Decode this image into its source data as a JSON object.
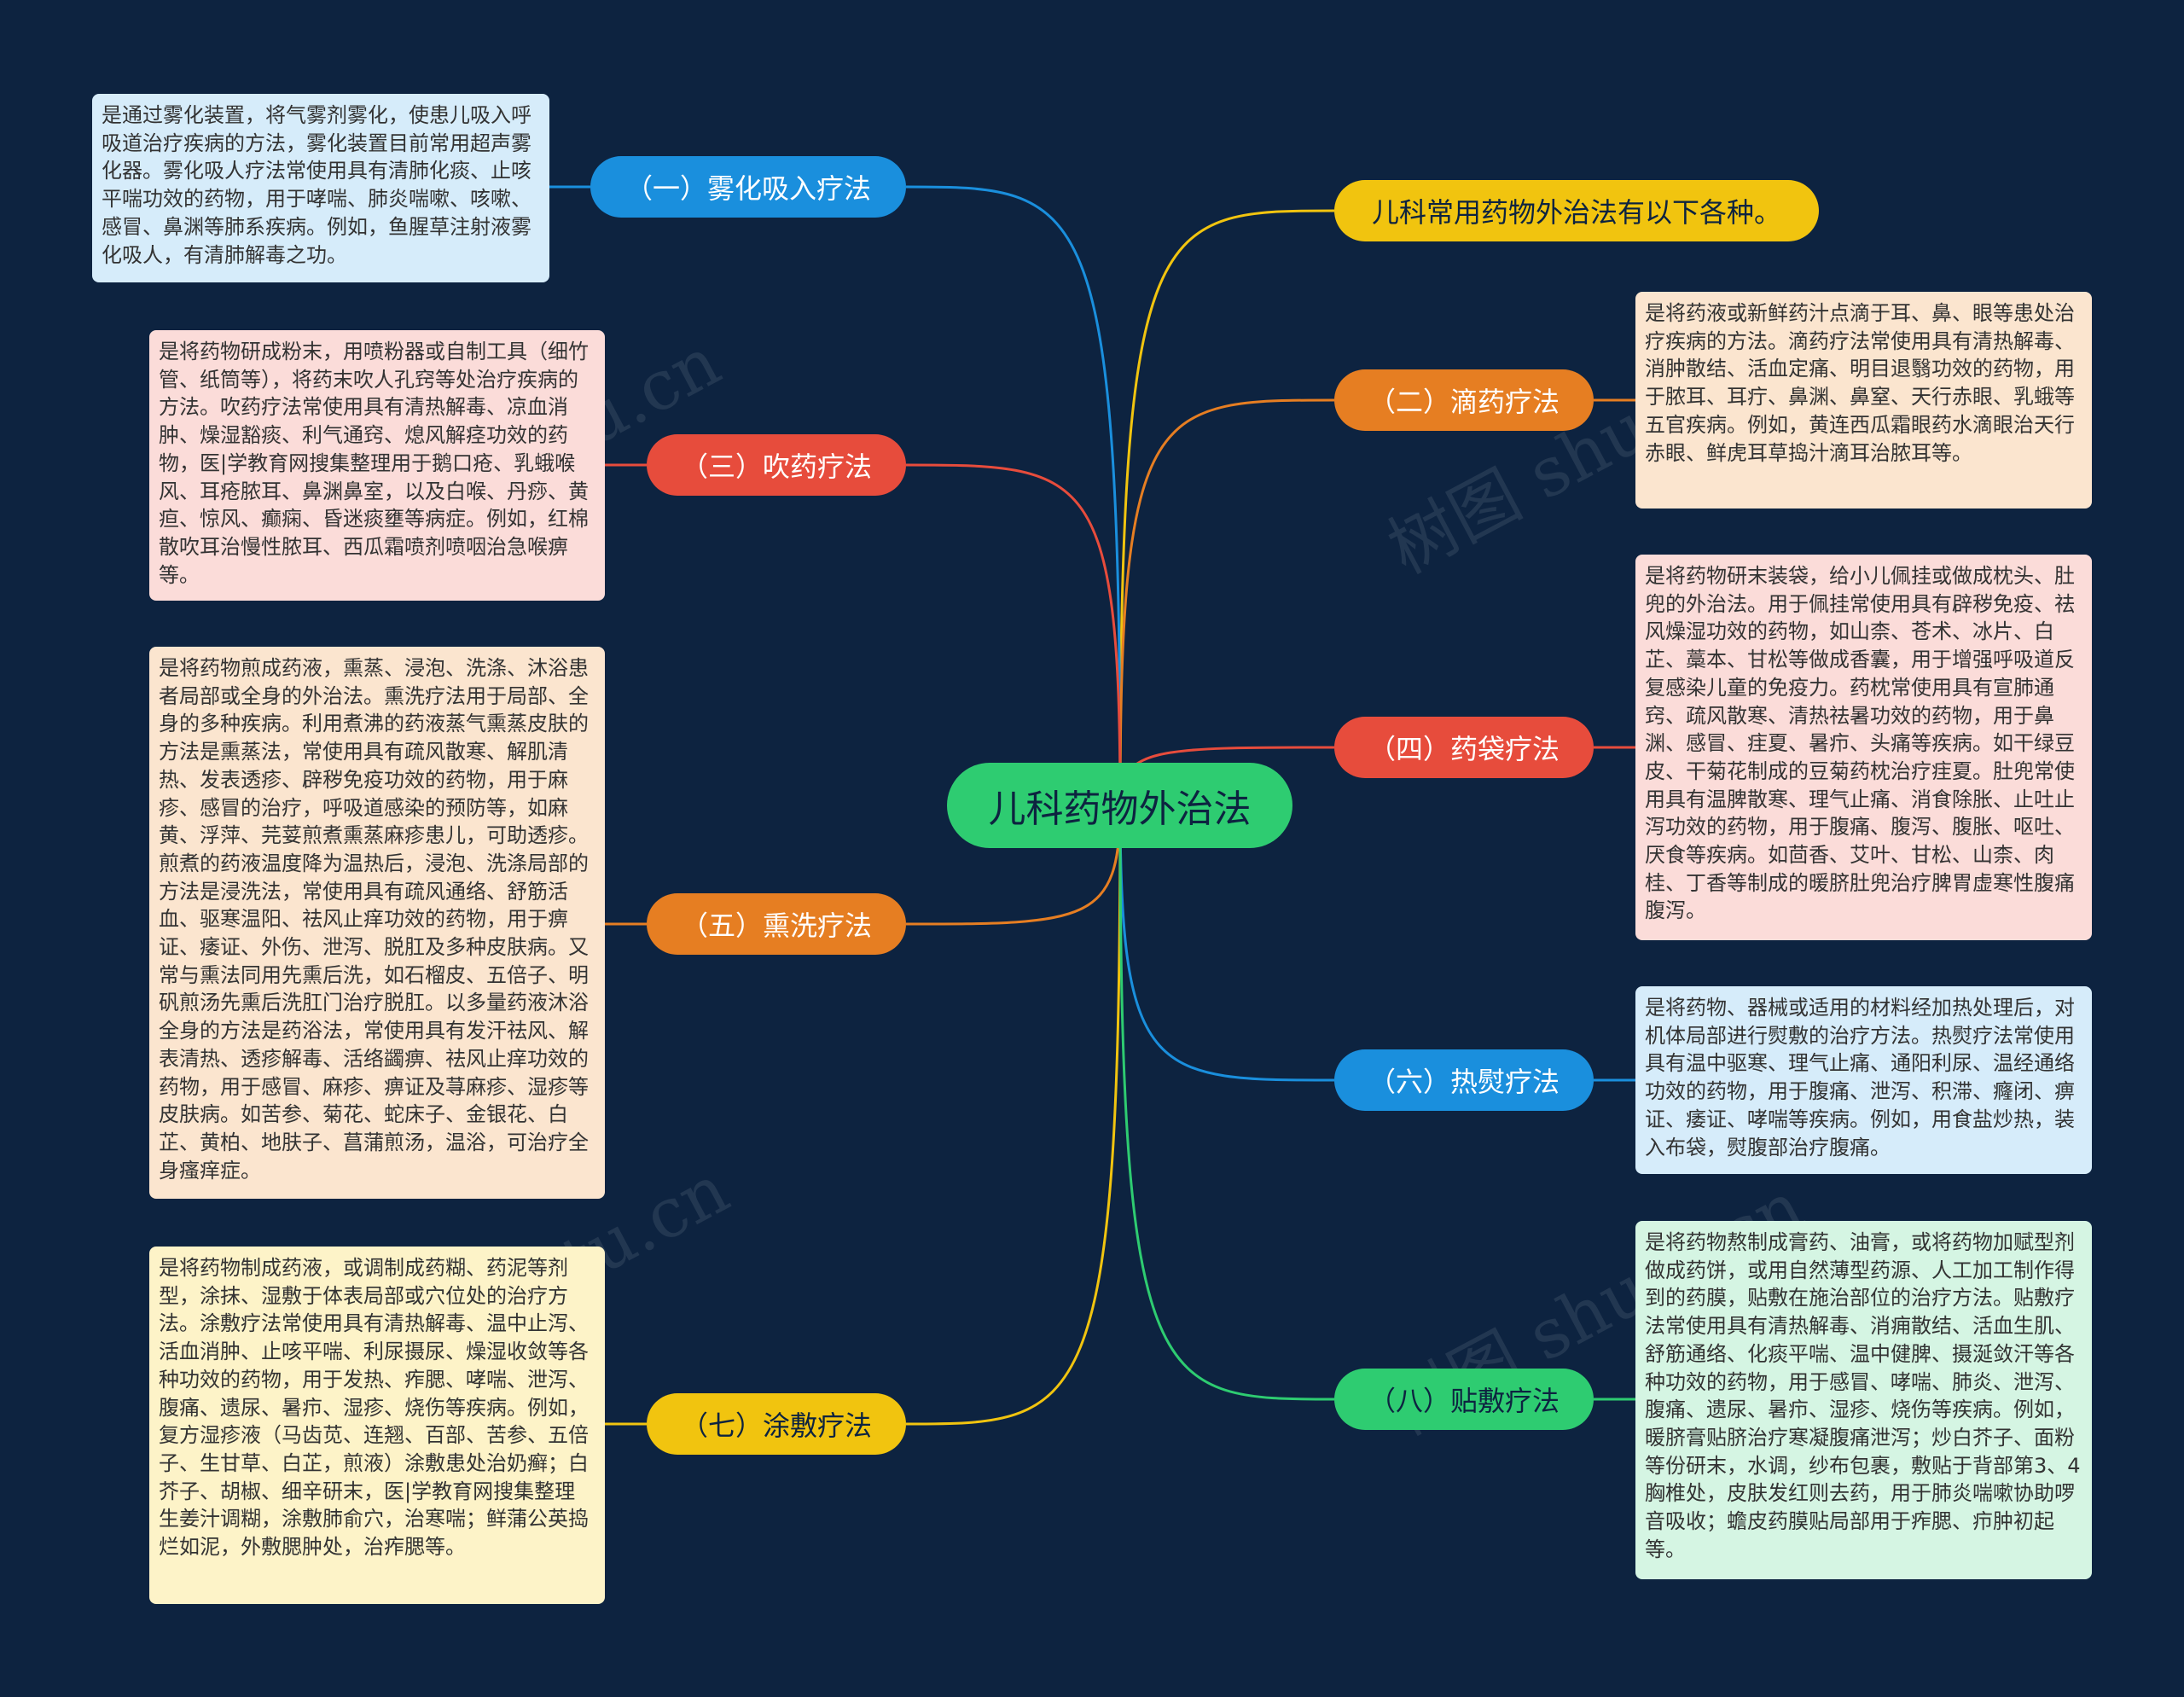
{
  "root": {
    "label": "儿科药物外治法",
    "color": "#2ecc71"
  },
  "branches": [
    {
      "id": "intro",
      "label": "儿科常用药物外治法有以下各种。",
      "color": "#f1c40f",
      "text_color": "#0d2340",
      "note": null
    },
    {
      "id": "wuhua",
      "label": "（一）雾化吸入疗法",
      "color": "#1a8fdd",
      "text_color": "#ffffff",
      "note": "是通过雾化装置，将气雾剂雾化，使患儿吸入呼吸道治疗疾病的方法，雾化装置目前常用超声雾化器。雾化吸人疗法常使用具有清肺化痰、止咳平喘功效的药物，用于哮喘、肺炎喘嗽、咳嗽、感冒、鼻渊等肺系疾病。例如，鱼腥草注射液雾化吸人，有清肺解毒之功。",
      "note_bg": "#d6ecfa"
    },
    {
      "id": "diyao",
      "label": "（二）滴药疗法",
      "color": "#e67e22",
      "text_color": "#ffffff",
      "note": "是将药液或新鲜药汁点滴于耳、鼻、眼等患处治疗疾病的方法。滴药疗法常使用具有清热解毒、消肿散结、活血定痛、明目退翳功效的药物，用于脓耳、耳疔、鼻渊、鼻窒、天行赤眼、乳蛾等五官疾病。例如，黄连西瓜霜眼药水滴眼治天行赤眼、鲜虎耳草捣汁滴耳治脓耳等。",
      "note_bg": "#fbe5cf"
    },
    {
      "id": "chuiyao",
      "label": "（三）吹药疗法",
      "color": "#e74c3c",
      "text_color": "#ffffff",
      "note": "是将药物研成粉末，用喷粉器或自制工具（细竹管、纸筒等），将药末吹人孔窍等处治疗疾病的方法。吹药疗法常使用具有清热解毒、凉血消肿、燥湿豁痰、利气通窍、熄风解痉功效的药物，医|学教育网搜集整理用于鹅口疮、乳蛾喉风、耳疮脓耳、鼻渊鼻室，以及白喉、丹痧、黄疸、惊风、癫痫、昏迷痰壅等病症。例如，红棉散吹耳治慢性脓耳、西瓜霜喷剂喷咽治急喉痹等。",
      "note_bg": "#fbdcd9"
    },
    {
      "id": "yaodai",
      "label": "（四）药袋疗法",
      "color": "#e74c3c",
      "text_color": "#ffffff",
      "note": "是将药物研末装袋，给小儿佩挂或做成枕头、肚兜的外治法。用于佩挂常使用具有辟秽免疫、祛风燥湿功效的药物，如山柰、苍术、冰片、白芷、藁本、甘松等做成香囊，用于增强呼吸道反复感染儿童的免疫力。药枕常使用具有宣肺通窍、疏风散寒、清热祛暑功效的药物，用于鼻渊、感冒、疰夏、暑疖、头痛等疾病。如干绿豆皮、干菊花制成的豆菊药枕治疗疰夏。肚兜常使用具有温脾散寒、理气止痛、消食除胀、止吐止泻功效的药物，用于腹痛、腹泻、腹胀、呕吐、厌食等疾病。如茴香、艾叶、甘松、山柰、肉桂、丁香等制成的暖脐肚兜治疗脾胃虚寒性腹痛腹泻。",
      "note_bg": "#fbdcd9"
    },
    {
      "id": "xunxi",
      "label": "（五）熏洗疗法",
      "color": "#e67e22",
      "text_color": "#ffffff",
      "note": "是将药物煎成药液，熏蒸、浸泡、洗涤、沐浴患者局部或全身的外治法。熏洗疗法用于局部、全身的多种疾病。利用煮沸的药液蒸气熏蒸皮肤的方法是熏蒸法，常使用具有疏风散寒、解肌清热、发表透疹、辟秽免疫功效的药物，用于麻疹、感冒的治疗，呼吸道感染的预防等，如麻黄、浮萍、芫荽煎煮熏蒸麻疹患儿，可助透疹。煎煮的药液温度降为温热后，浸泡、洗涤局部的方法是浸洗法，常使用具有疏风通络、舒筋活血、驱寒温阳、祛风止痒功效的药物，用于痹证、痿证、外伤、泄泻、脱肛及多种皮肤病。又常与熏法同用先熏后洗，如石榴皮、五倍子、明矾煎汤先熏后洗肛门治疗脱肛。以多量药液沐浴全身的方法是药浴法，常使用具有发汗祛风、解表清热、透疹解毒、活络蠲痹、祛风止痒功效的药物，用于感冒、麻疹、痹证及荨麻疹、湿疹等皮肤病。如苦参、菊花、蛇床子、金银花、白芷、黄柏、地肤子、菖蒲煎汤，温浴，可治疗全身瘙痒症。",
      "note_bg": "#fbe5cf"
    },
    {
      "id": "reyun",
      "label": "（六）热熨疗法",
      "color": "#1a8fdd",
      "text_color": "#ffffff",
      "note": "是将药物、器械或适用的材料经加热处理后，对机体局部进行熨敷的治疗方法。热熨疗法常使用具有温中驱寒、理气止痛、通阳利尿、温经通络功效的药物，用于腹痛、泄泻、积滞、癃闭、痹证、痿证、哮喘等疾病。例如，用食盐炒热，装入布袋，熨腹部治疗腹痛。",
      "note_bg": "#d6ecfa"
    },
    {
      "id": "tufu",
      "label": "（七）涂敷疗法",
      "color": "#f1c40f",
      "text_color": "#0d2340",
      "note": "是将药物制成药液，或调制成药糊、药泥等剂型，涂抹、湿敷于体表局部或穴位处的治疗方法。涂敷疗法常使用具有清热解毒、温中止泻、活血消肿、止咳平喘、利尿摄尿、燥湿收敛等各种功效的药物，用于发热、痄腮、哮喘、泄泻、腹痛、遗尿、暑疖、湿疹、烧伤等疾病。例如，复方湿疹液（马齿苋、连翘、百部、苦参、五倍子、生甘草、白芷，煎液）涂敷患处治奶癣；白芥子、胡椒、细辛研末，医|学教育网搜集整理生姜汁调糊，涂敷肺俞穴，治寒喘；鲜蒲公英捣烂如泥，外敷腮肿处，治痄腮等。",
      "note_bg": "#fdf3c8"
    },
    {
      "id": "tiefu",
      "label": "（八）贴敷疗法",
      "color": "#2ecc71",
      "text_color": "#0d2340",
      "note": "是将药物熬制成膏药、油膏，或将药物加赋型剂做成药饼，或用自然薄型药源、人工加工制作得到的药膜，贴敷在施治部位的治疗方法。贴敷疗法常使用具有清热解毒、消痈散结、活血生肌、舒筋通络、化痰平喘、温中健脾、摄涎敛汗等各种功效的药物，用于感冒、哮喘、肺炎、泄泻、腹痛、遗尿、暑疖、湿疹、烧伤等疾病。例如，暖脐膏贴脐治疗寒凝腹痛泄泻；炒白芥子、面粉等份研末，水调，纱布包裹，敷贴于背部第3、4胸椎处，皮肤发红则去药，用于肺炎喘嗽协助啰音吸收；蟾皮药膜贴局部用于痄腮、疖肿初起等。",
      "note_bg": "#d5f5e3"
    }
  ],
  "watermark": {
    "text": "树图 shutu.cn"
  }
}
